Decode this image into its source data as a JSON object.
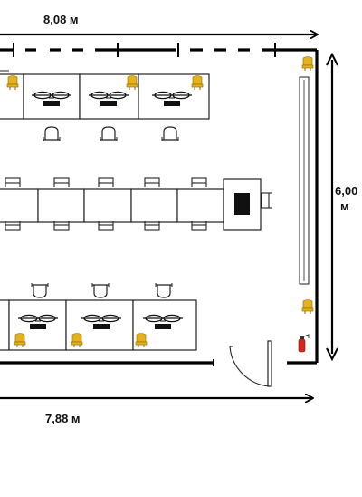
{
  "dimensions": {
    "top_length": "8,08 м",
    "right_length_value": "6,00",
    "right_length_unit": "м",
    "bottom_length": "7,88 м"
  },
  "colors": {
    "wall": "#000000",
    "chair_badge": "#e3b21c",
    "extinguisher": "#d42a1e",
    "monitor": "#111111"
  },
  "icons": [
    "workstation-icon",
    "office-chair-icon",
    "chair-badge-icon",
    "fire-extinguisher-icon",
    "door-icon",
    "window-icon"
  ]
}
